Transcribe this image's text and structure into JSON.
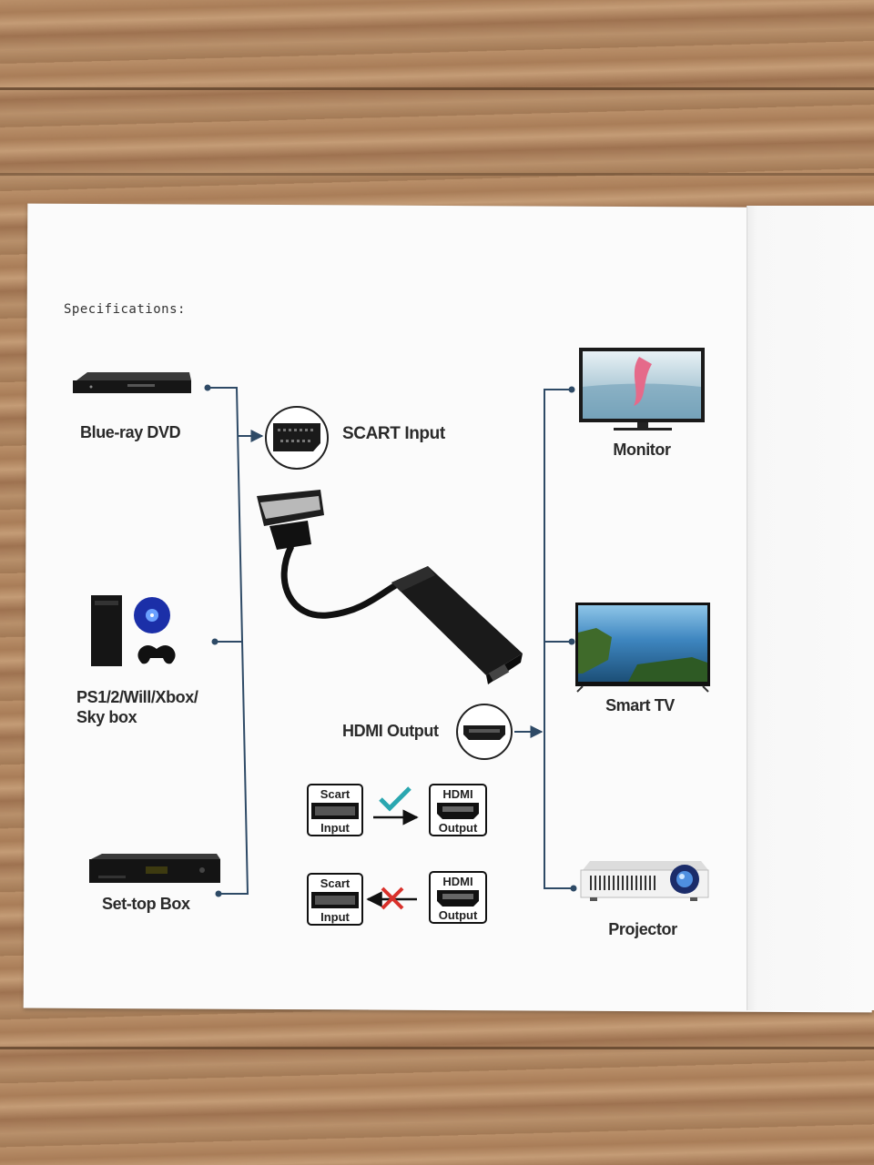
{
  "header": {
    "title": "Specifications:"
  },
  "sources": [
    {
      "label": "Blue-ray DVD"
    },
    {
      "label_line1": "PS1/2/Will/Xbox/",
      "label_line2": "Sky box"
    },
    {
      "label": "Set-top Box"
    }
  ],
  "adapter": {
    "input_label": "SCART Input",
    "output_label": "HDMI Output"
  },
  "displays": [
    {
      "label": "Monitor"
    },
    {
      "label": "Smart TV"
    },
    {
      "label": "Projector"
    }
  ],
  "direction_legend": {
    "correct": {
      "from_line1": "Scart",
      "from_line2": "Input",
      "to_line1": "HDMI",
      "to_line2": "Output",
      "mark": "check-icon"
    },
    "wrong": {
      "from_line1": "Scart",
      "from_line2": "Input",
      "to_line1": "HDMI",
      "to_line2": "Output",
      "mark": "cross-icon"
    }
  },
  "colors": {
    "connector_line": "#2e4a66",
    "check": "#2aa7b0",
    "cross": "#d9312b"
  }
}
